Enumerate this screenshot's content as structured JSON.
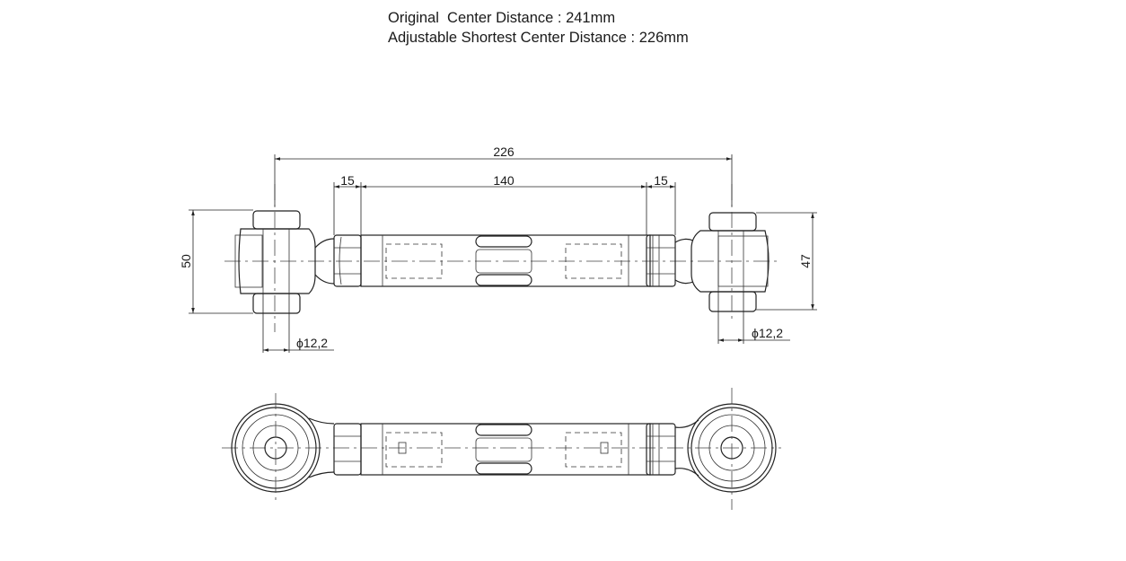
{
  "header": {
    "line1": "Original  Center Distance : 241mm",
    "line2": "Adjustable Shortest Center Distance : 226mm"
  },
  "dimensions": {
    "overall_center": "226",
    "left_locknut": "15",
    "tube": "140",
    "right_locknut": "15",
    "left_bushing_width": "50",
    "right_bushing_width": "47",
    "left_bore": "ϕ12,2",
    "right_bore": "ϕ12,2"
  }
}
